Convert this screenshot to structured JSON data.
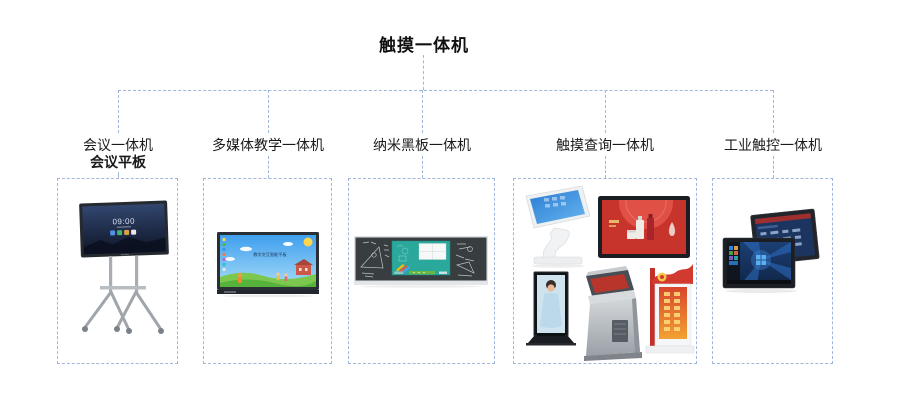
{
  "diagram": {
    "title": "触摸一体机",
    "connector_color": "#9fb6dd"
  },
  "categories": [
    {
      "id": "conference",
      "label": "会议一体机",
      "sublabel": "会议平板",
      "product_images": [
        "conference-flat-panel-on-wheeled-stand"
      ]
    },
    {
      "id": "multimedia-teaching",
      "label": "多媒体教学一体机",
      "product_images": [
        "teaching-interactive-panel"
      ]
    },
    {
      "id": "nano-blackboard",
      "label": "纳米黑板一体机",
      "product_images": [
        "nano-smart-blackboard"
      ]
    },
    {
      "id": "touch-query",
      "label": "触摸查询一体机",
      "product_images": [
        "slanted-touch-query-kiosk",
        "wall-mounted-ad-display",
        "floor-standing-signage",
        "self-service-inquiry-kiosk",
        "party-themed-kiosk"
      ]
    },
    {
      "id": "industrial-touch",
      "label": "工业触控一体机",
      "product_images": [
        "industrial-touch-panels-pair"
      ]
    }
  ],
  "screens": {
    "conference_clock": "09:00",
    "teaching_caption": "教学交互智能平板"
  }
}
